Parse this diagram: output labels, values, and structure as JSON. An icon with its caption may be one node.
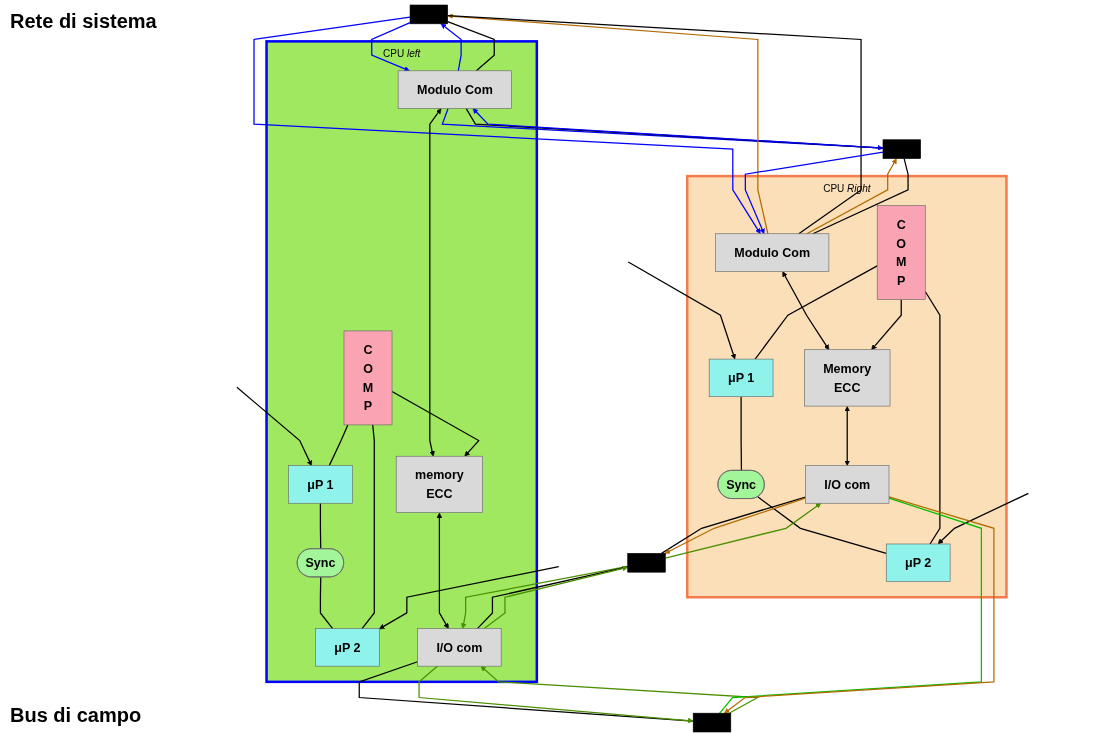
{
  "diagram": {
    "nodes": [
      {
        "text": [],
        "shape": "bar"
      },
      {
        "text": [],
        "shape": "bar"
      },
      {
        "text": [
          "CPU *left*"
        ]
      },
      {
        "text": [
          "Modulo Com"
        ],
        "in": 2
      },
      {
        "text": [
          "memory",
          "ECC"
        ],
        "in": 2
      },
      {
        "text": [
          "μP 1"
        ],
        "in": 2
      },
      {
        "text": [
          "C O M P"
        ],
        "in": 2
      },
      {
        "text": [
          "Sync"
        ],
        "in": 2
      },
      {
        "text": [
          "μP 2"
        ],
        "in": 2
      },
      {
        "text": [
          "I/O com"
        ],
        "in": 2
      },
      {
        "text": [
          "CPU *Right*"
        ]
      },
      {
        "text": [
          "Modulo Com"
        ],
        "in": 10
      },
      {
        "text": [
          "μP 1"
        ],
        "in": 10
      },
      {
        "text": [
          "Sync"
        ],
        "in": 10
      },
      {
        "text": [
          "C O M P"
        ],
        "in": 10
      },
      {
        "text": [
          "μP 2"
        ],
        "in": 10
      },
      {
        "text": [
          "Memory",
          "ECC"
        ],
        "in": 10
      },
      {
        "text": [
          "I/O com"
        ],
        "in": 10
      },
      {
        "text": [],
        "shape": "bar"
      },
      {
        "text": [],
        "shape": "bar"
      }
    ],
    "edges": [
      {
        "from": 3,
        "to": 0,
        "arrow": "to",
        "color": "#0000ff"
      },
      {
        "from": 3,
        "to": 0,
        "arrow": "none"
      },
      {
        "from": 0,
        "to": 3,
        "arrow": "to",
        "color": "#0000ff"
      },
      {
        "from": 3,
        "to": 1,
        "arrow": "to",
        "color": "#0000ff"
      },
      {
        "from": 3,
        "to": 1,
        "arrow": "none"
      },
      {
        "from": 1,
        "to": 3,
        "arrow": "to",
        "color": "#0000ff"
      },
      {
        "from": 11,
        "to": 0,
        "arrow": "to",
        "color": "#b36b00"
      },
      {
        "from": 11,
        "to": 0,
        "arrow": "none"
      },
      {
        "from": 0,
        "to": 11,
        "arrow": "to",
        "color": "#0000ff"
      },
      {
        "from": 11,
        "to": 1,
        "arrow": "to",
        "color": "#b36b00"
      },
      {
        "from": 11,
        "to": 1,
        "arrow": "none"
      },
      {
        "from": 1,
        "to": 11,
        "arrow": "to",
        "color": "#0000ff"
      },
      {
        "from": 3,
        "to": 4,
        "arrow": "both"
      },
      {
        "from": null,
        "to": 5,
        "arrow": "to"
      },
      {
        "from": 6,
        "to": 5,
        "arrow": "none"
      },
      {
        "from": 5,
        "to": 7,
        "arrow": "none"
      },
      {
        "from": 6,
        "to": 4,
        "arrow": "to"
      },
      {
        "from": 7,
        "to": 8,
        "arrow": "none"
      },
      {
        "from": 6,
        "to": 8,
        "arrow": "none"
      },
      {
        "from": null,
        "to": 8,
        "arrow": "to"
      },
      {
        "from": 4,
        "to": 9,
        "arrow": "both"
      },
      {
        "from": 11,
        "to": 16,
        "arrow": "both"
      },
      {
        "from": null,
        "to": 12,
        "arrow": "to"
      },
      {
        "from": 12,
        "to": 13,
        "arrow": "none"
      },
      {
        "from": 14,
        "to": 12,
        "arrow": "none"
      },
      {
        "from": 14,
        "to": 16,
        "arrow": "to"
      },
      {
        "from": 13,
        "to": 15,
        "arrow": "none"
      },
      {
        "from": 14,
        "to": 15,
        "arrow": "none"
      },
      {
        "from": null,
        "to": 15,
        "arrow": "to"
      },
      {
        "from": 16,
        "to": 17,
        "arrow": "both"
      },
      {
        "from": 18,
        "to": 9,
        "arrow": "to",
        "color": "#4a8f00"
      },
      {
        "from": 9,
        "to": 18,
        "arrow": "none"
      },
      {
        "from": 9,
        "to": 18,
        "arrow": "to",
        "color": "#4a8f00"
      },
      {
        "from": 19,
        "to": 9,
        "arrow": "to",
        "color": "#4a8f00"
      },
      {
        "from": 9,
        "to": 19,
        "arrow": "none"
      },
      {
        "from": 9,
        "to": 19,
        "arrow": "to",
        "color": "#4a8f00"
      },
      {
        "from": 18,
        "to": 17,
        "arrow": "to",
        "color": "#4a8f00"
      },
      {
        "from": 17,
        "to": 18,
        "arrow": "none"
      },
      {
        "from": 17,
        "to": 18,
        "arrow": "to",
        "color": "#b36b00"
      },
      {
        "from": 17,
        "to": 19,
        "arrow": "none",
        "color": "#00c000"
      },
      {
        "from": 17,
        "to": 19,
        "arrow": "to",
        "color": "#b36b00"
      }
    ],
    "labels": [
      "Rete di sistema",
      "Bus di campo"
    ]
  }
}
